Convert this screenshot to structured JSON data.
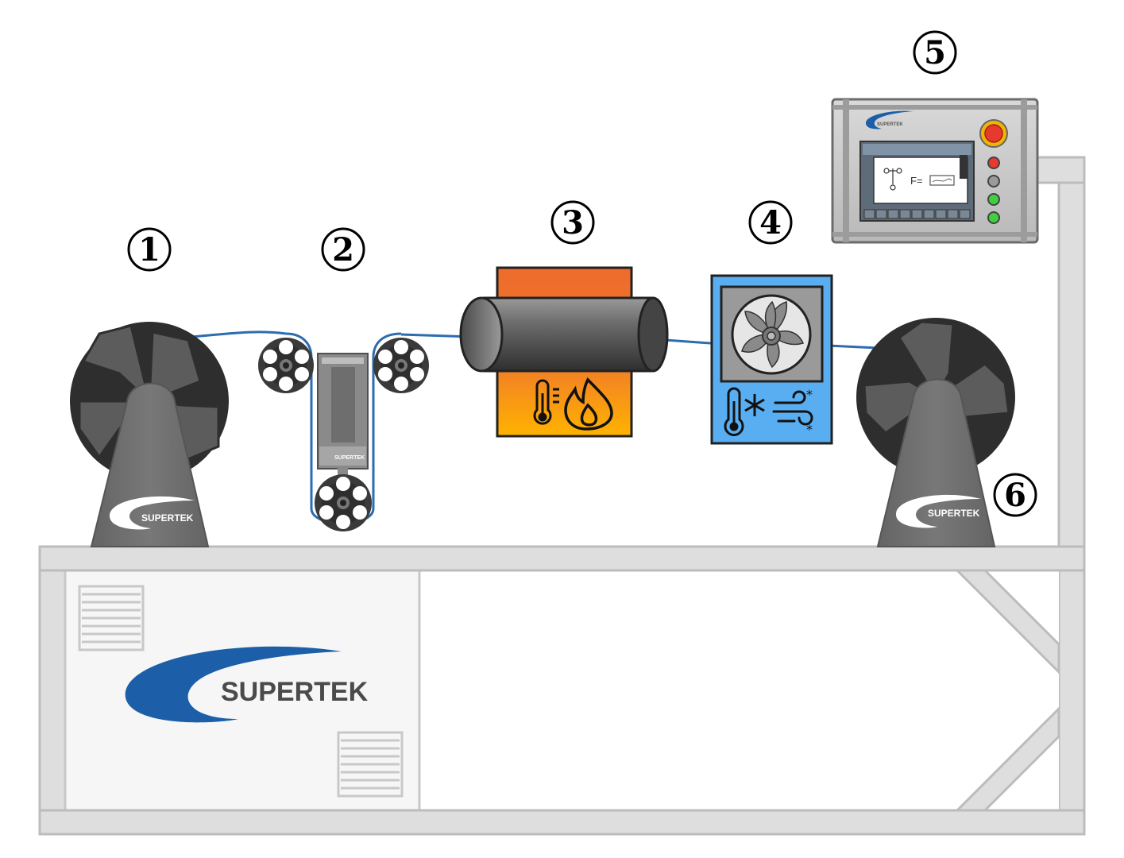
{
  "labels": {
    "unwind_stand": "1",
    "tension_control": "2",
    "heating_tube": "3",
    "cooling_unit": "4",
    "control_panel": "5",
    "rewind_stand": "6"
  },
  "brand": {
    "name": "SUPERTEK",
    "color": "#1c5fa8",
    "text_color": "#4a4a4a"
  },
  "screen": {
    "formula": "F="
  },
  "colors": {
    "fiber": "#2c6cb0",
    "heater_top": "#ee6b2c",
    "heater_bottom": "#ffb100",
    "cooler_bg": "#59aef2",
    "frame": "#dedede",
    "frame_stroke": "#bcbcbc",
    "stand": "#6d6d6d",
    "reel": "#2e2e2e",
    "estop": "#e8392e"
  },
  "icons": {
    "heater": [
      "thermometer-icon",
      "flame-icon"
    ],
    "cooler": [
      "fan-icon",
      "thermometer-snow-icon",
      "wind-icon"
    ],
    "panel_leds": [
      "red",
      "grey",
      "green",
      "green"
    ]
  }
}
